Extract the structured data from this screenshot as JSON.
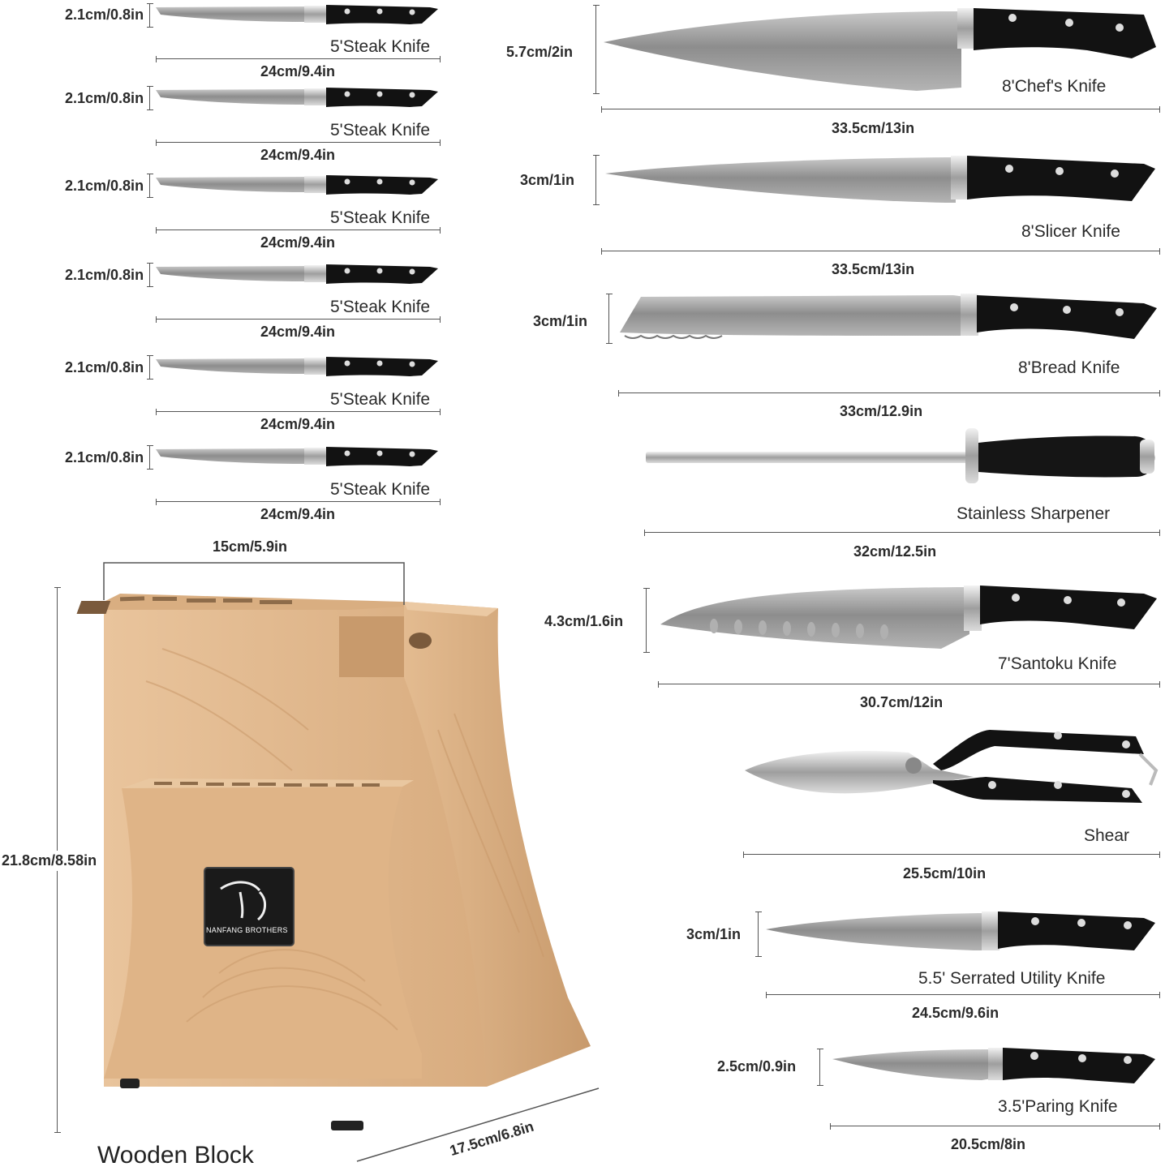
{
  "steak_knives": [
    {
      "name": "5'Steak Knife",
      "width": "2.1cm/0.8in",
      "length": "24cm/9.4in"
    },
    {
      "name": "5'Steak Knife",
      "width": "2.1cm/0.8in",
      "length": "24cm/9.4in"
    },
    {
      "name": "5'Steak Knife",
      "width": "2.1cm/0.8in",
      "length": "24cm/9.4in"
    },
    {
      "name": "5'Steak Knife",
      "width": "2.1cm/0.8in",
      "length": "24cm/9.4in"
    },
    {
      "name": "5'Steak Knife",
      "width": "2.1cm/0.8in",
      "length": "24cm/9.4in"
    },
    {
      "name": "5'Steak Knife",
      "width": "2.1cm/0.8in",
      "length": "24cm/9.4in"
    }
  ],
  "right_items": [
    {
      "name": "8'Chef's Knife",
      "width": "5.7cm/2in",
      "length": "33.5cm/13in"
    },
    {
      "name": "8'Slicer Knife",
      "width": "3cm/1in",
      "length": "33.5cm/13in"
    },
    {
      "name": "8'Bread Knife",
      "width": "3cm/1in",
      "length": "33cm/12.9in"
    },
    {
      "name": "Stainless Sharpener",
      "width": "",
      "length": "32cm/12.5in"
    },
    {
      "name": "7'Santoku Knife",
      "width": "4.3cm/1.6in",
      "length": "30.7cm/12in"
    },
    {
      "name": "Shear",
      "width": "",
      "length": "25.5cm/10in"
    },
    {
      "name": "5.5' Serrated Utility Knife",
      "width": "3cm/1in",
      "length": "24.5cm/9.6in"
    },
    {
      "name": "3.5'Paring Knife",
      "width": "2.5cm/0.9in",
      "length": "20.5cm/8in"
    }
  ],
  "block": {
    "title": "Wooden Block",
    "top_width": "15cm/5.9in",
    "height": "21.8cm/8.58in",
    "depth": "17.5cm/6.8in",
    "badge_text": "NANFANG BROTHERS"
  },
  "colors": {
    "wood": "#e2b98e",
    "handle": "#121212",
    "blade": "#9a9a9a",
    "lines": "#555555"
  }
}
